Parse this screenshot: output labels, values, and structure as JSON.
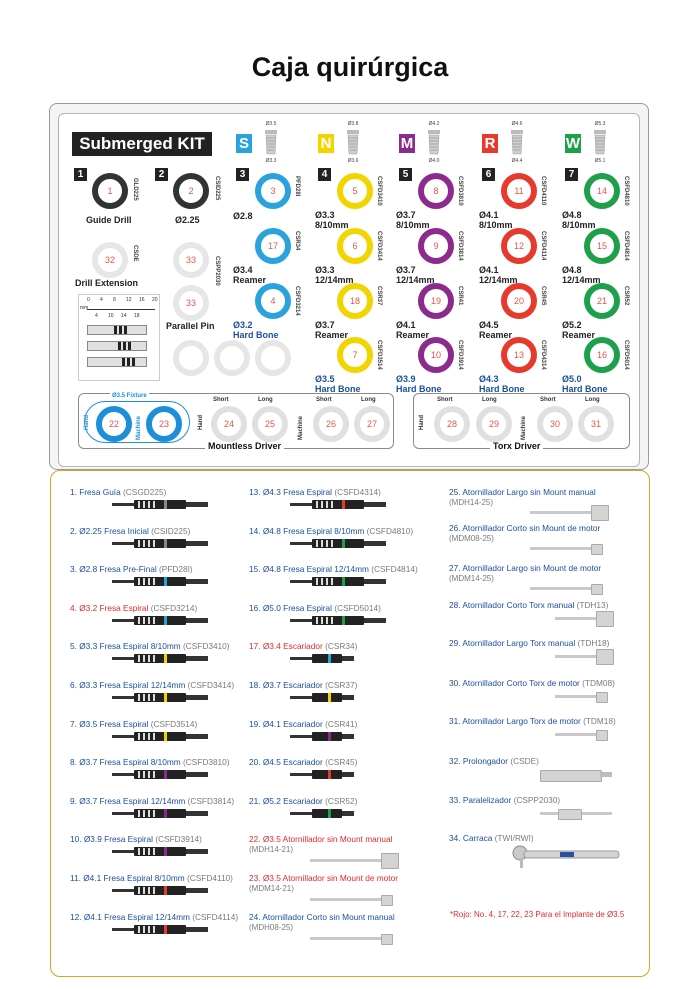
{
  "title": "Caja quirúrgica",
  "kit": {
    "label": "Submerged KIT",
    "columns": [
      {
        "letter": "S",
        "color": "#2aa3dc",
        "top": "Ø3.5",
        "bottom": "Ø3.3"
      },
      {
        "letter": "N",
        "color": "#f2d400",
        "top": "Ø3.8",
        "bottom": "Ø3.6"
      },
      {
        "letter": "M",
        "color": "#8c2a8e",
        "top": "Ø4.2",
        "bottom": "Ø4.0"
      },
      {
        "letter": "R",
        "color": "#e53a2c",
        "top": "Ø4.6",
        "bottom": "Ø4.4"
      },
      {
        "letter": "W",
        "color": "#1ea04a",
        "top": "Ø5.3",
        "bottom": "Ø5.1"
      }
    ],
    "steps": [
      "1",
      "2",
      "3",
      "4",
      "5",
      "6",
      "7"
    ],
    "slots": {
      "s1": {
        "num": "1",
        "code": "GLD225",
        "label": "Guide Drill"
      },
      "s2": {
        "num": "2",
        "code": "CSID225",
        "label": "Ø2.25"
      },
      "s3": {
        "num": "3",
        "code": "PFD28I",
        "label": "Ø2.8"
      },
      "s17": {
        "num": "17",
        "code": "CSR34",
        "label1": "Ø3.4",
        "label2": "Reamer"
      },
      "s4": {
        "num": "4",
        "code": "CSFD3214",
        "label1": "Ø3.2",
        "label2": "Hard Bone"
      },
      "s5": {
        "num": "5",
        "code": "CSFD3410",
        "label1": "Ø3.3",
        "label2": "8/10mm"
      },
      "s6": {
        "num": "6",
        "code": "CSFD3414",
        "label1": "Ø3.3",
        "label2": "12/14mm"
      },
      "s18": {
        "num": "18",
        "code": "CSR37",
        "label1": "Ø3.7",
        "label2": "Reamer"
      },
      "s7": {
        "num": "7",
        "code": "CSFD3514",
        "label1": "Ø3.5",
        "label2": "Hard Bone"
      },
      "s8": {
        "num": "8",
        "code": "CSFD3810",
        "label1": "Ø3.7",
        "label2": "8/10mm"
      },
      "s9": {
        "num": "9",
        "code": "CSFD3814",
        "label1": "Ø3.7",
        "label2": "12/14mm"
      },
      "s19": {
        "num": "19",
        "code": "CSR41",
        "label1": "Ø4.1",
        "label2": "Reamer"
      },
      "s10": {
        "num": "10",
        "code": "CSFD3914",
        "label1": "Ø3.9",
        "label2": "Hard Bone"
      },
      "s11": {
        "num": "11",
        "code": "CSFD4110",
        "label1": "Ø4.1",
        "label2": "8/10mm"
      },
      "s12": {
        "num": "12",
        "code": "CSFD4114",
        "label1": "Ø4.1",
        "label2": "12/14mm"
      },
      "s20": {
        "num": "20",
        "code": "CSR45",
        "label1": "Ø4.5",
        "label2": "Reamer"
      },
      "s13": {
        "num": "13",
        "code": "CSFD4314",
        "label1": "Ø4.3",
        "label2": "Hard Bone"
      },
      "s14": {
        "num": "14",
        "code": "CSFD4810",
        "label1": "Ø4.8",
        "label2": "8/10mm"
      },
      "s15": {
        "num": "15",
        "code": "CSFD4814",
        "label1": "Ø4.8",
        "label2": "12/14mm"
      },
      "s21": {
        "num": "21",
        "code": "CSR52",
        "label1": "Ø5.2",
        "label2": "Reamer"
      },
      "s16": {
        "num": "16",
        "code": "CSFD5014",
        "label1": "Ø5.0",
        "label2": "Hard Bone"
      },
      "s32": {
        "num": "32",
        "code": "CSDE",
        "label": "Drill Extension"
      },
      "s33a": {
        "num": "33",
        "code": "CSPP2030"
      },
      "s33b": {
        "num": "33",
        "label": "Parallel Pin"
      }
    },
    "ruler": [
      "0",
      "4",
      "8",
      "12",
      "16",
      "20"
    ],
    "ruler_mm": "mm",
    "ruler_bottom": [
      "4",
      "10",
      "14",
      "18"
    ],
    "mountless": {
      "title": "Mountless Driver",
      "fixture": "Ø3.5 Fixture",
      "hand": "Hand",
      "machine": "Machine",
      "short": "Short",
      "long": "Long",
      "slots": [
        "22",
        "23",
        "24",
        "25",
        "26",
        "27"
      ]
    },
    "torx": {
      "title": "Torx Driver",
      "hand": "Hand",
      "machine": "Machine",
      "short": "Short",
      "long": "Long",
      "slots": [
        "28",
        "29",
        "30",
        "31"
      ]
    }
  },
  "catalog": {
    "col1": [
      {
        "name": "1. Fresa Guía",
        "code": "(CSGD225)",
        "red": false,
        "band": "#888"
      },
      {
        "name": "2. Ø2.25 Fresa Inicial",
        "code": "(CSID225)",
        "red": false,
        "band": "#888"
      },
      {
        "name": "3. Ø2.8 Fresa Pre-Final",
        "code": "(PFD28I)",
        "red": false,
        "band": "#2aa3dc"
      },
      {
        "name": "4. Ø3.2 Fresa Espiral",
        "code": "(CSFD3214)",
        "red": true,
        "band": "#2aa3dc"
      },
      {
        "name": "5. Ø3.3 Fresa Espiral 8/10mm",
        "code": "(CSFD3410)",
        "red": false,
        "band": "#f2d400"
      },
      {
        "name": "6. Ø3.3 Fresa Espiral 12/14mm",
        "code": "(CSFD3414)",
        "red": false,
        "band": "#f2d400"
      },
      {
        "name": "7. Ø3.5 Fresa Espiral",
        "code": "(CSFD3514)",
        "red": false,
        "band": "#f2d400"
      },
      {
        "name": "8. Ø3.7 Fresa Espiral 8/10mm",
        "code": "(CSFD3810)",
        "red": false,
        "band": "#8c2a8e"
      },
      {
        "name": "9. Ø3.7 Fresa Espiral 12/14mm",
        "code": "(CSFD3814)",
        "red": false,
        "band": "#8c2a8e"
      },
      {
        "name": "10. Ø3.9 Fresa Espiral",
        "code": "(CSFD3914)",
        "red": false,
        "band": "#8c2a8e"
      },
      {
        "name": "11. Ø4.1 Fresa Espiral 8/10mm",
        "code": "(CSFD4110)",
        "red": false,
        "band": "#e53a2c"
      },
      {
        "name": "12. Ø4.1 Fresa Espiral 12/14mm",
        "code": "(CSFD4114)",
        "red": false,
        "band": "#e53a2c"
      }
    ],
    "col2": [
      {
        "name": "13. Ø4.3 Fresa Espiral",
        "code": "(CSFD4314)",
        "red": false,
        "band": "#e53a2c"
      },
      {
        "name": "14. Ø4.8 Fresa Espiral 8/10mm",
        "code": "(CSFD4810)",
        "red": false,
        "band": "#1ea04a"
      },
      {
        "name": "15. Ø4.8 Fresa Espiral 12/14mm",
        "code": "(CSFD4814)",
        "red": false,
        "band": "#1ea04a"
      },
      {
        "name": "16. Ø5.0 Fresa Espiral",
        "code": "(CSFD5014)",
        "red": false,
        "band": "#1ea04a"
      },
      {
        "name": "17. Ø3.4 Escariador",
        "code": "(CSR34)",
        "red": true,
        "band": "#2aa3dc"
      },
      {
        "name": "18. Ø3.7 Escariador",
        "code": "(CSR37)",
        "red": false,
        "band": "#f2d400"
      },
      {
        "name": "19. Ø4.1 Escariador",
        "code": "(CSR41)",
        "red": false,
        "band": "#8c2a8e"
      },
      {
        "name": "20. Ø4.5 Escariador",
        "code": "(CSR45)",
        "red": false,
        "band": "#e53a2c"
      },
      {
        "name": "21. Ø5.2 Escariador",
        "code": "(CSR52)",
        "red": false,
        "band": "#1ea04a"
      },
      {
        "name": "22. Ø3.5 Atornillador sin Mount manual",
        "code2": "(MDH14-21)",
        "red": true
      },
      {
        "name": "23. Ø3.5 Atornillador sin Mount de motor",
        "code2": "(MDM14-21)",
        "red": true
      },
      {
        "name": "24. Atornillador Corto sin Mount manual",
        "code2": "(MDH08-25)",
        "red": false
      }
    ],
    "col3": [
      {
        "name": "25. Atornillador Largo sin Mount manual",
        "code2": "(MDH14-25)"
      },
      {
        "name": "26. Atornillador Corto sin Mount de motor",
        "code2": "(MDM08-25)"
      },
      {
        "name": "27. Atornillador Largo sin Mount de motor",
        "code2": "(MDM14-25)"
      },
      {
        "name": "28. Atornillador Corto Torx manual",
        "code": "(TDH13)"
      },
      {
        "name": "29. Atornillador Largo Torx manual",
        "code": "(TDH18)"
      },
      {
        "name": "30. Atornillador Corto Torx de motor",
        "code": "(TDM08)"
      },
      {
        "name": "31. Atornillador Largo Torx de motor",
        "code": "(TDM18)"
      },
      {
        "name": "32. Prolongador",
        "code": "(CSDE)"
      },
      {
        "name": "33. Paralelizador",
        "code": "(CSPP2030)"
      },
      {
        "name": "34. Carraca",
        "code": "(TWI/RWI)"
      }
    ],
    "footnote": "*Rojo: No. 4, 17, 22, 23 Para el Implante de Ø3.5"
  }
}
